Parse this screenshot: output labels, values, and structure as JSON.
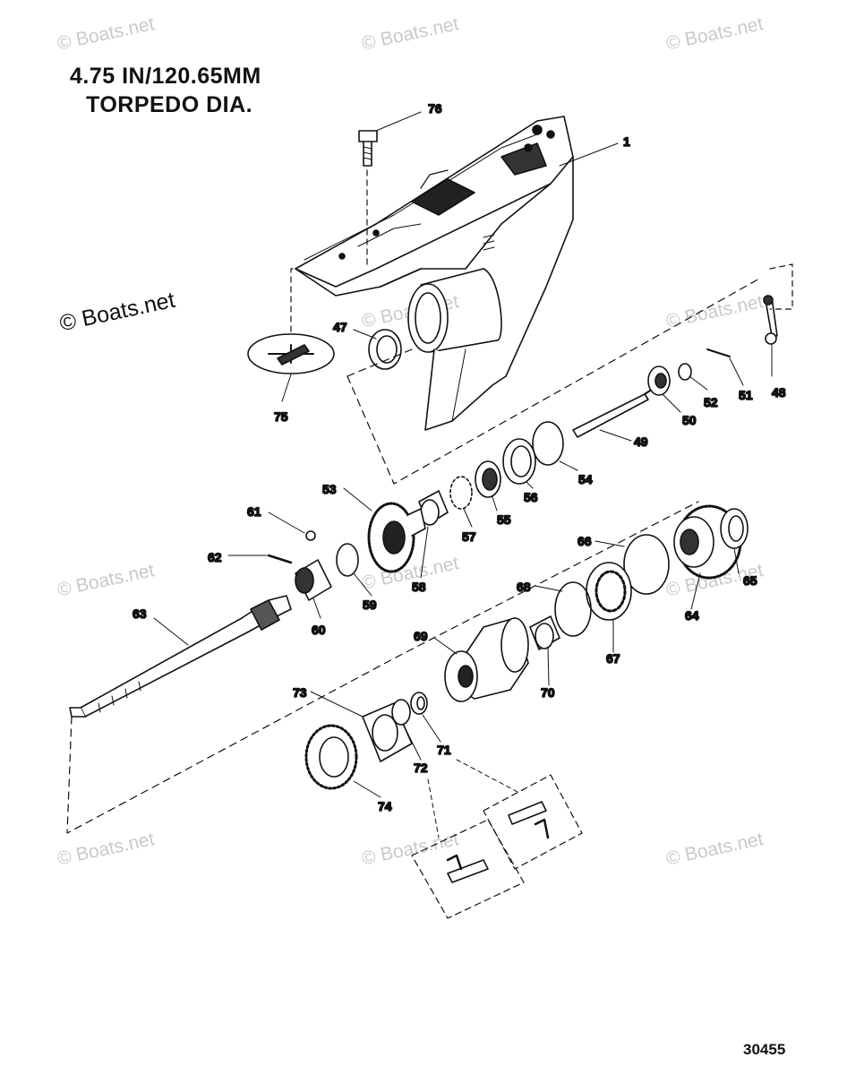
{
  "title": {
    "line1": "4.75 IN/120.65MM",
    "line2": "TORPEDO DIA."
  },
  "drawing_number": "30455",
  "watermark": "© Boats.net",
  "part_numbers": [
    "1",
    "47",
    "48",
    "49",
    "50",
    "51",
    "52",
    "53",
    "54",
    "55",
    "56",
    "57",
    "58",
    "59",
    "60",
    "61",
    "62",
    "63",
    "64",
    "65",
    "66",
    "67",
    "68",
    "69",
    "70",
    "71",
    "72",
    "73",
    "74",
    "75",
    "76"
  ]
}
